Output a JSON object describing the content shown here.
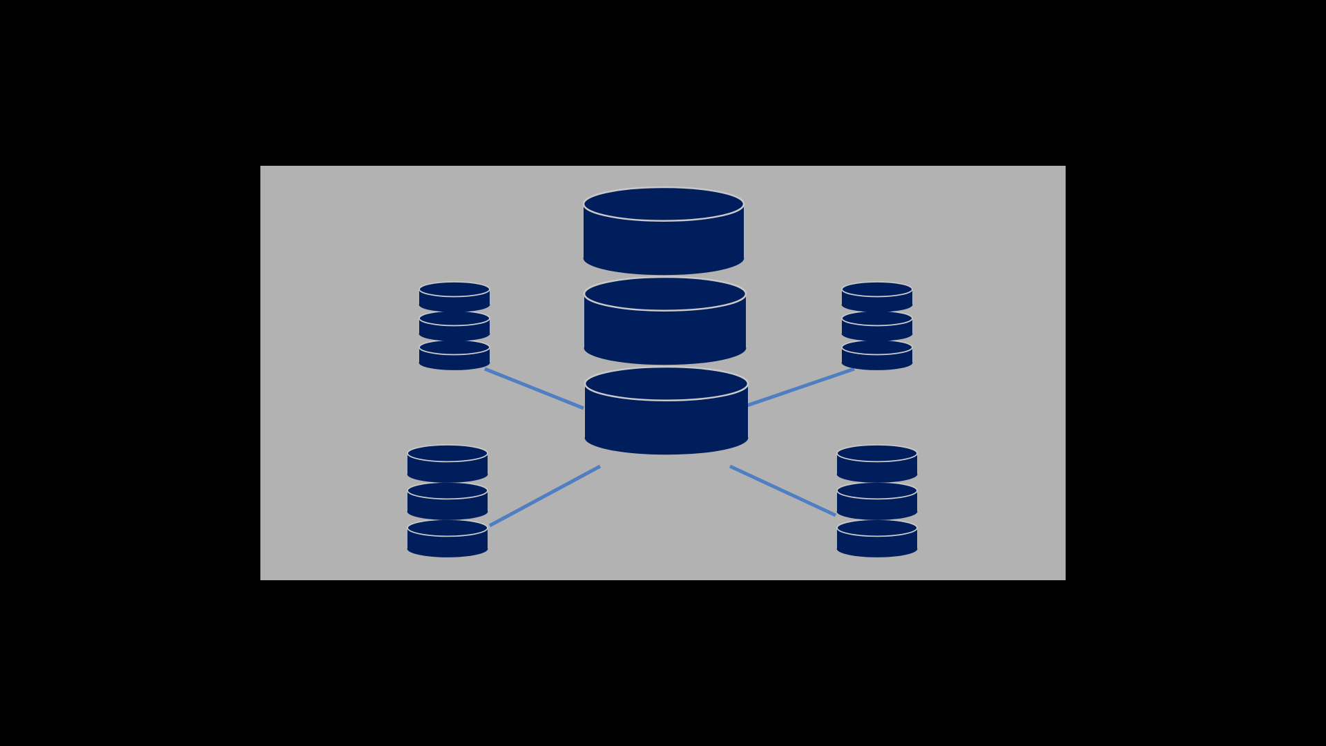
{
  "colors": {
    "page_background": "#000000",
    "panel_background": "#b2b2b2",
    "database_fill": "#001e5c",
    "database_outline": "#c9c9c9",
    "link_line": "#4f7fc2"
  },
  "diagram": {
    "central_node": {
      "icon": "database-icon",
      "disk_count": 3
    },
    "satellite_nodes": [
      {
        "id": "top-left",
        "icon": "database-icon",
        "disk_count": 3
      },
      {
        "id": "top-right",
        "icon": "database-icon",
        "disk_count": 3
      },
      {
        "id": "bottom-left",
        "icon": "database-icon",
        "disk_count": 3
      },
      {
        "id": "bottom-right",
        "icon": "database-icon",
        "disk_count": 3
      }
    ],
    "links": [
      {
        "from": "central",
        "to": "top-left"
      },
      {
        "from": "central",
        "to": "top-right"
      },
      {
        "from": "central",
        "to": "bottom-left"
      },
      {
        "from": "central",
        "to": "bottom-right"
      }
    ]
  }
}
